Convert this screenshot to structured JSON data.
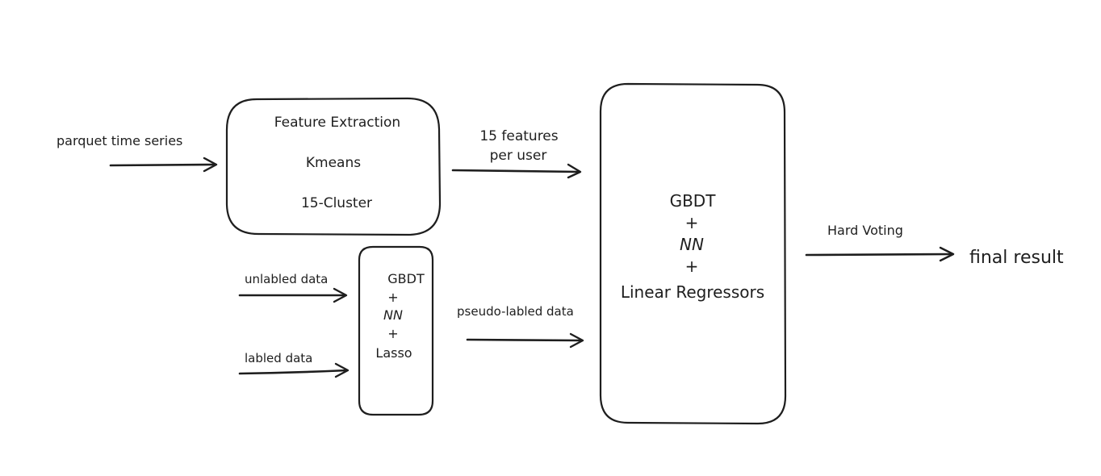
{
  "diagram": {
    "feature_box": {
      "line1": "Feature Extraction",
      "line2": "Kmeans",
      "line3": "15-Cluster"
    },
    "semi_box": {
      "line1": "GBDT",
      "line2": "+",
      "line3": "NN",
      "line4": "+",
      "line5": "Lasso"
    },
    "main_box": {
      "line1": "GBDT",
      "line2": "+",
      "line3": "NN",
      "line4": "+",
      "line5": "Linear Regressors"
    },
    "labels": {
      "input": "parquet time series",
      "features_line1": "15 features",
      "features_line2": "per user",
      "unlabeled": "unlabled data",
      "labeled": "labled data",
      "pseudo": "pseudo-labled data",
      "voting": "Hard Voting",
      "output": "final result"
    }
  }
}
